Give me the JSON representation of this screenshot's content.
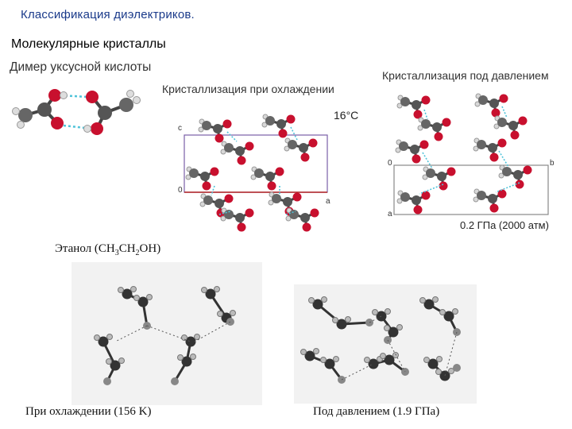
{
  "slide": {
    "title": "Классификация диэлектриков.",
    "subtitle": "Молекулярные кристаллы"
  },
  "acetic": {
    "dimer_label": "Димер уксусной кислоты",
    "cooling_label": "Кристаллизация при охлаждении",
    "cooling_temp": "16°C",
    "pressure_label": "Кристаллизация под давлением",
    "pressure_value": "0.2 ГПа (2000 атм)",
    "axes_cooling": {
      "c": "c",
      "zero": "0",
      "a": "a"
    },
    "axes_pressure": {
      "zero": "0",
      "b": "b",
      "a": "a"
    }
  },
  "ethanol": {
    "title_prefix": "Этанол (CH",
    "sub1": "3",
    "mid": "CH",
    "sub2": "2",
    "title_suffix": "OH)",
    "cooling_caption": "При охлаждении (156 K)",
    "pressure_caption": "Под давлением (1.9 ГПа)"
  },
  "colors": {
    "title": "#1a3a8a",
    "oxygen": "#c8102e",
    "carbon": "#555555",
    "hydrogen": "#d8d8d8",
    "hbond": "#4fc3d9",
    "cell_frame": "#7a5fa8",
    "cell_axis_a": "#b22222"
  }
}
